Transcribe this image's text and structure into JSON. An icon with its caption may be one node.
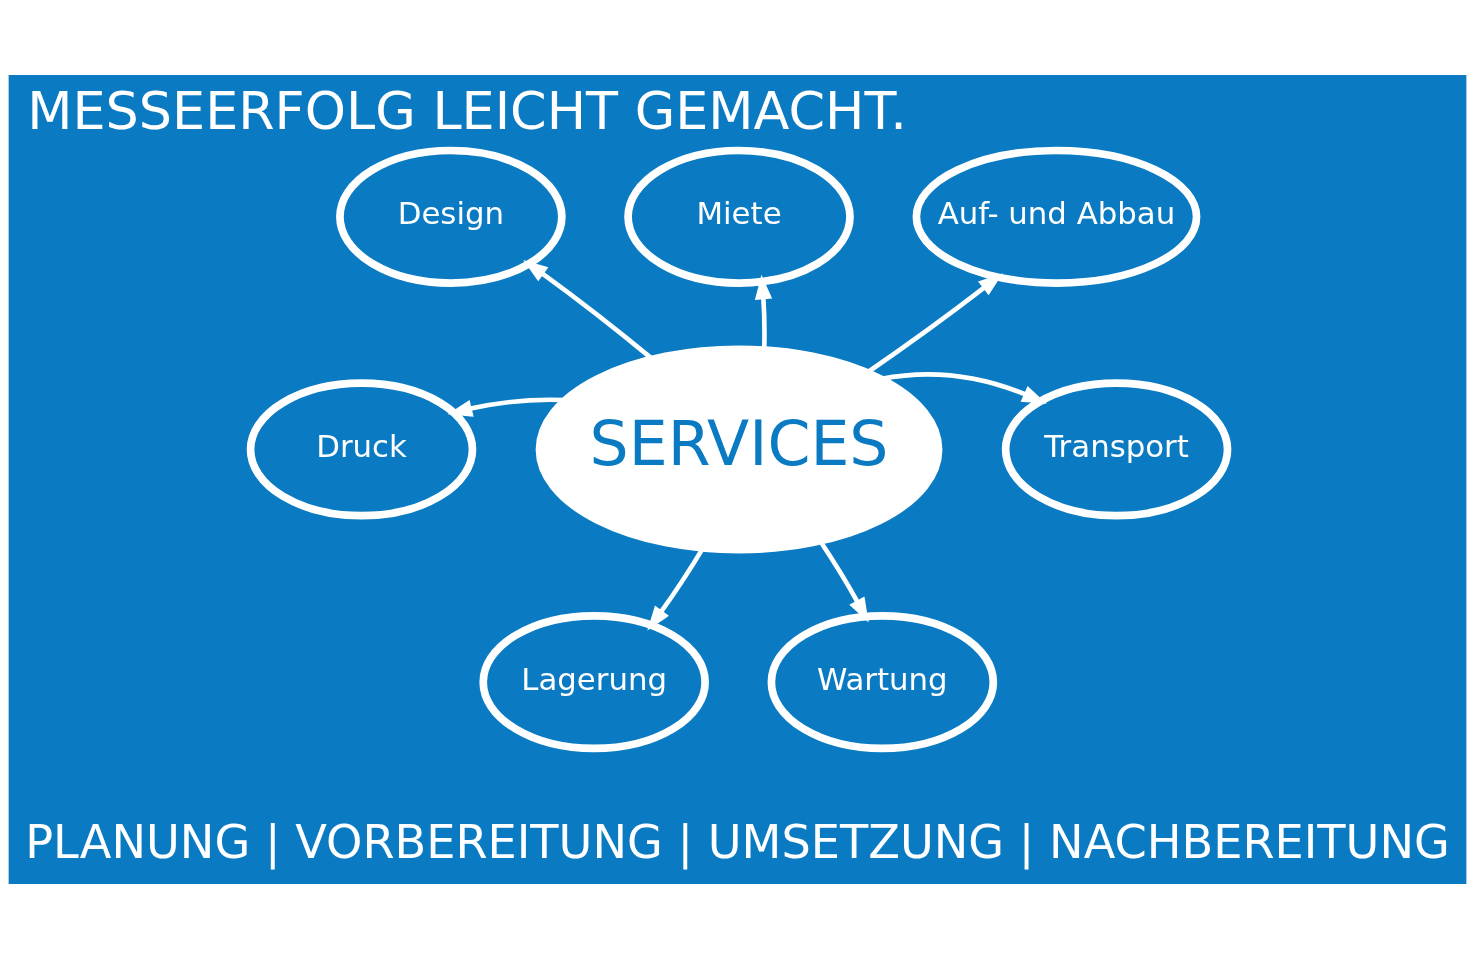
{
  "diagram": {
    "title": "MESSEERFOLG LEICHT GEMACHT.",
    "nodes": [
      {
        "text": [
          "SERVICES"
        ]
      },
      {
        "text": [
          "Design"
        ]
      },
      {
        "text": [
          "Miete"
        ]
      },
      {
        "text": [
          "Auf- und Abbau"
        ]
      },
      {
        "text": [
          "Transport"
        ]
      },
      {
        "text": [
          "Wartung"
        ]
      },
      {
        "text": [
          "Lagerung"
        ]
      },
      {
        "text": [
          "Druck"
        ]
      }
    ],
    "edges": [
      {
        "from": 0,
        "to": 1,
        "arrow": "to"
      },
      {
        "from": 0,
        "to": 2,
        "arrow": "to"
      },
      {
        "from": 0,
        "to": 3,
        "arrow": "to"
      },
      {
        "from": 0,
        "to": 4,
        "arrow": "to"
      },
      {
        "from": 0,
        "to": 5,
        "arrow": "to"
      },
      {
        "from": 0,
        "to": 6,
        "arrow": "to"
      },
      {
        "from": 0,
        "to": 7,
        "arrow": "to"
      }
    ],
    "labels": [
      "PLANUNG | VORBEREITUNG | UMSETZUNG | NACHBEREITUNG"
    ]
  }
}
